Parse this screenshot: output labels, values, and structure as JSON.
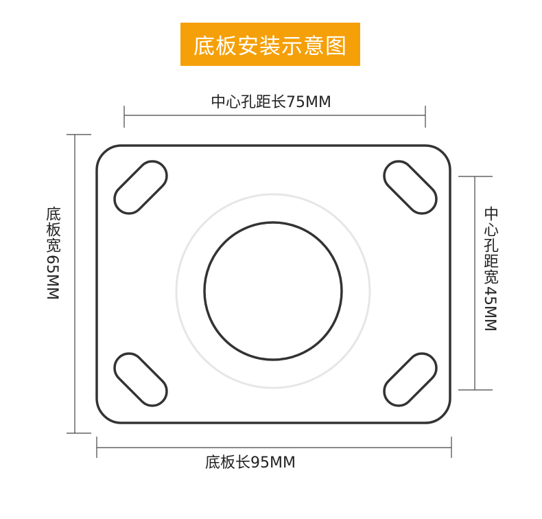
{
  "title": {
    "text": "底板安装示意图",
    "bg_color": "#f5a009",
    "text_color": "#ffffff"
  },
  "dimensions": {
    "hole_spacing_length": "中心孔距长75MM",
    "plate_length": "底板长95MM",
    "plate_width": {
      "cjk": "底板宽",
      "latin": "65MM"
    },
    "hole_spacing_width": {
      "cjk": "中心孔距宽",
      "latin": "45MM"
    }
  },
  "colors": {
    "outline": "#333333",
    "dimension_line": "#444444",
    "inner_ring": "#e6e6e6"
  }
}
